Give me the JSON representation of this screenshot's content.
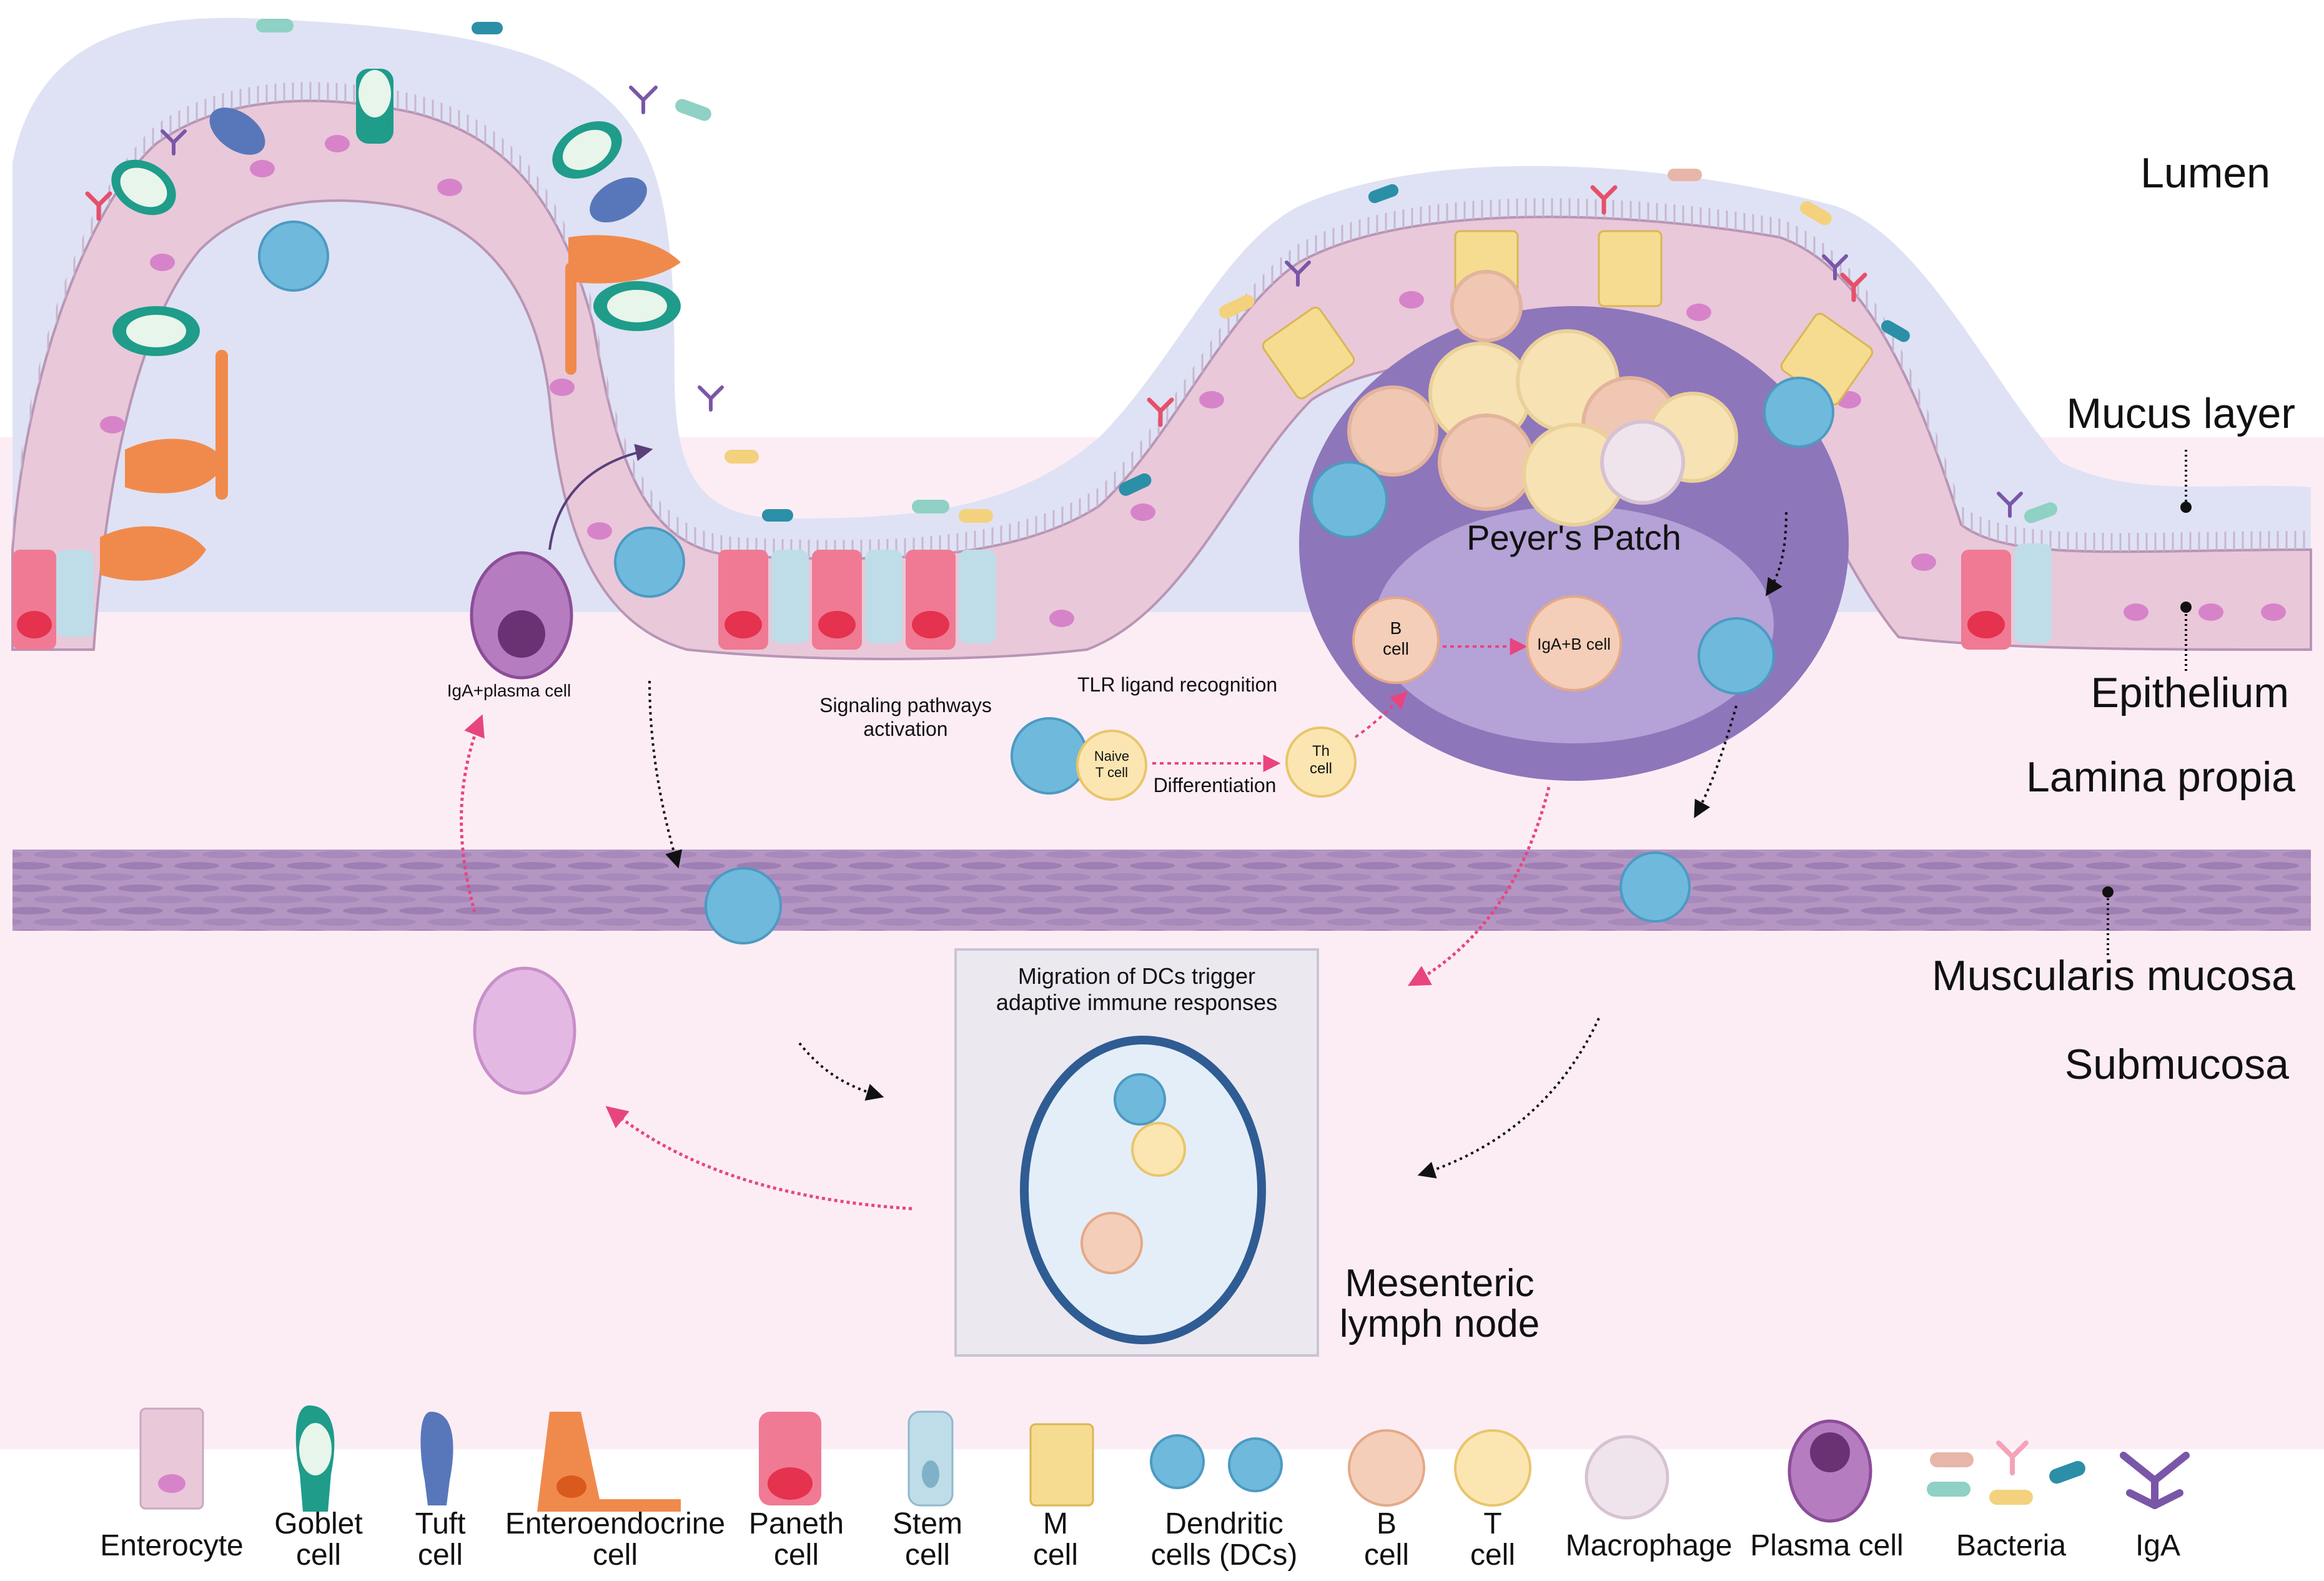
{
  "layers": {
    "lumen": "Lumen",
    "mucus": "Mucus layer",
    "epithelium": "Epithelium",
    "lamina": "Lamina propia",
    "muscularis": "Muscularis mucosa",
    "submucosa": "Submucosa"
  },
  "diagram": {
    "peyers_patch": "Peyer's Patch",
    "b_cell_l1": "B",
    "b_cell_l2": "cell",
    "igab_cell": "IgA+B cell",
    "th_l1": "Th",
    "th_l2": "cell",
    "naive_l1": "Naive",
    "naive_l2": "T cell",
    "tlr": "TLR ligand recognition",
    "signaling_l1": "Signaling pathways",
    "signaling_l2": "activation",
    "differentiation": "Differentiation",
    "plasma_label": "IgA+plasma cell",
    "migration_l1": "Migration of DCs trigger",
    "migration_l2": "adaptive immune responses",
    "mln_l1": "Mesenteric",
    "mln_l2": "lymph node"
  },
  "legend": [
    {
      "l1": "Enterocyte",
      "l2": ""
    },
    {
      "l1": "Goblet",
      "l2": "cell"
    },
    {
      "l1": "Tuft",
      "l2": "cell"
    },
    {
      "l1": "Enteroendocrine",
      "l2": "cell"
    },
    {
      "l1": "Paneth",
      "l2": "cell"
    },
    {
      "l1": "Stem",
      "l2": "cell"
    },
    {
      "l1": "M",
      "l2": "cell"
    },
    {
      "l1": "Dendritic",
      "l2": "cells (DCs)"
    },
    {
      "l1": "B",
      "l2": "cell"
    },
    {
      "l1": "T",
      "l2": "cell"
    },
    {
      "l1": "Macrophage",
      "l2": ""
    },
    {
      "l1": "Plasma cell",
      "l2": ""
    },
    {
      "l1": "Bacteria",
      "l2": ""
    },
    {
      "l1": "IgA",
      "l2": ""
    }
  ],
  "colors": {
    "mucus": "#dfe2f4",
    "lamina": "#fcedf5",
    "enterocyte": "#e9c8d9",
    "nucleus": "#d783c9",
    "muscle": "#b596c2",
    "peyer": "#8e76bb",
    "dc": "#6fb9dc",
    "pink_arrow": "#e8457e"
  }
}
